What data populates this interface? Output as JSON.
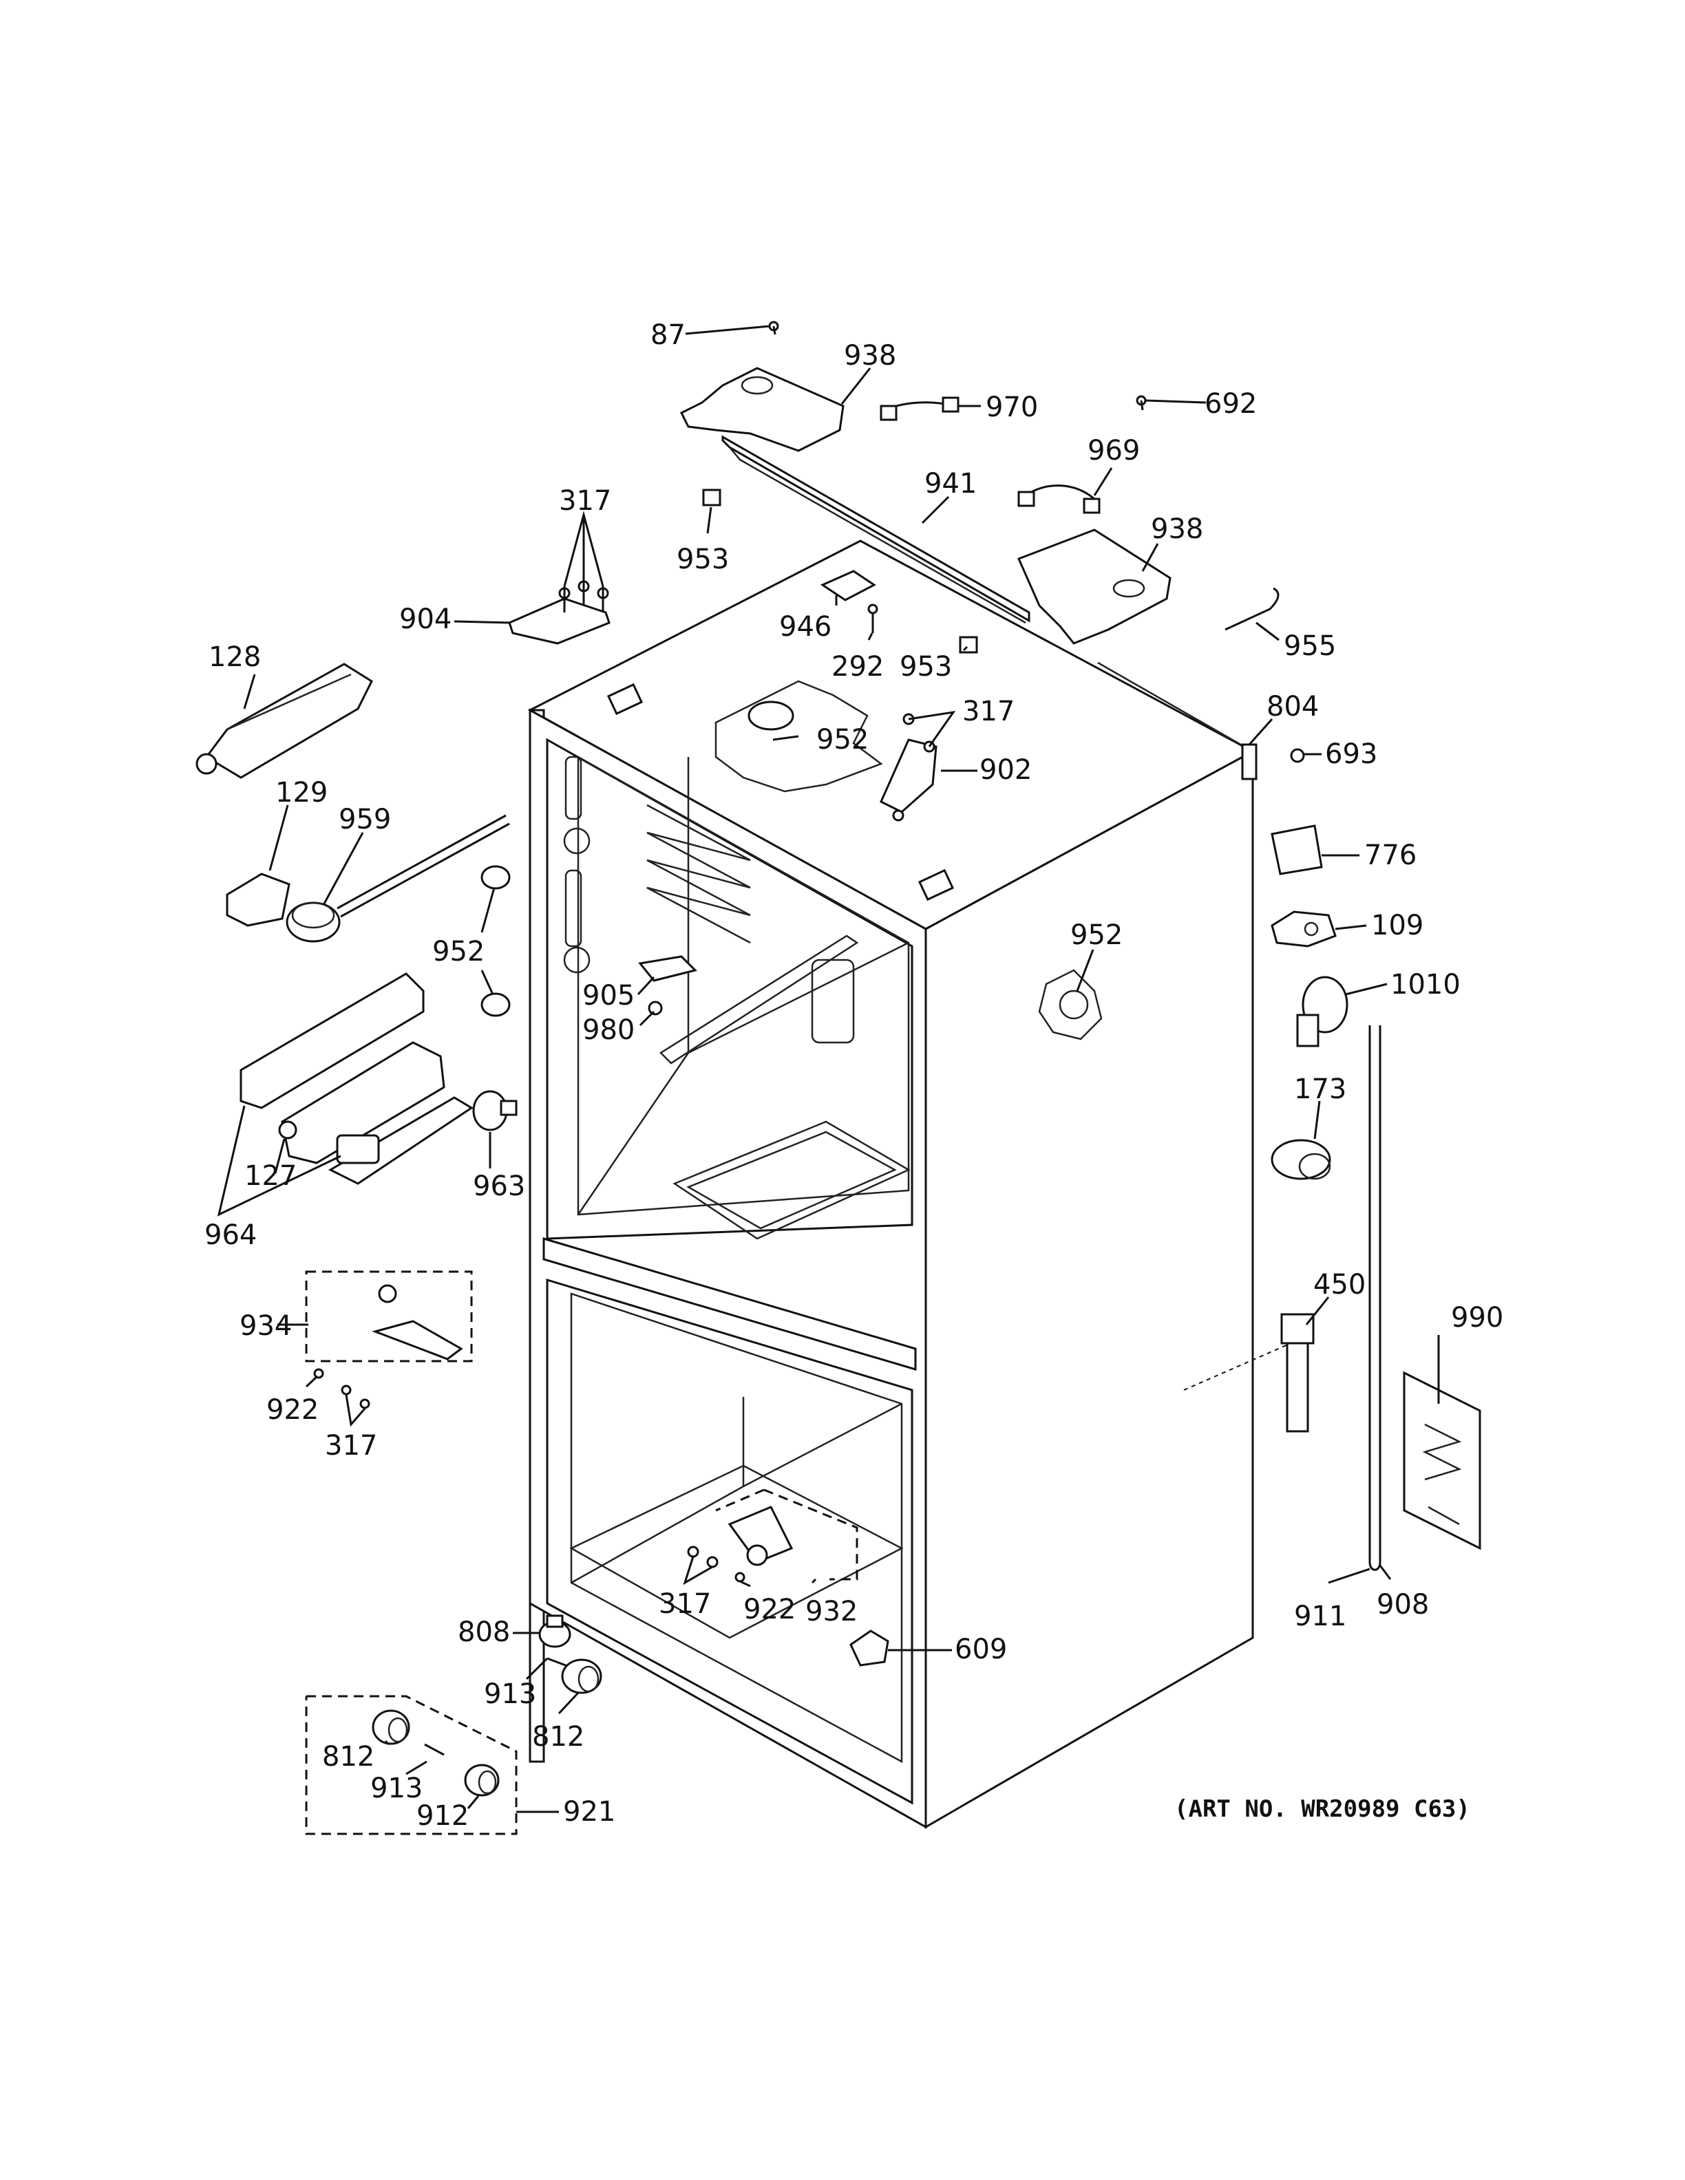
{
  "callouts": [
    {
      "id": "c87",
      "text": "87"
    },
    {
      "id": "c938a",
      "text": "938"
    },
    {
      "id": "c970",
      "text": "970"
    },
    {
      "id": "c692",
      "text": "692"
    },
    {
      "id": "c969",
      "text": "969"
    },
    {
      "id": "c941",
      "text": "941"
    },
    {
      "id": "c938b",
      "text": "938"
    },
    {
      "id": "c317a",
      "text": "317"
    },
    {
      "id": "c953a",
      "text": "953"
    },
    {
      "id": "c946",
      "text": "946"
    },
    {
      "id": "c292",
      "text": "292"
    },
    {
      "id": "c953b",
      "text": "953"
    },
    {
      "id": "c955",
      "text": "955"
    },
    {
      "id": "c904",
      "text": "904"
    },
    {
      "id": "c128",
      "text": "128"
    },
    {
      "id": "c804",
      "text": "804"
    },
    {
      "id": "c317b",
      "text": "317"
    },
    {
      "id": "c952a",
      "text": "952"
    },
    {
      "id": "c693",
      "text": "693"
    },
    {
      "id": "c902",
      "text": "902"
    },
    {
      "id": "c129",
      "text": "129"
    },
    {
      "id": "c959",
      "text": "959"
    },
    {
      "id": "c776",
      "text": "776"
    },
    {
      "id": "c952b",
      "text": "952"
    },
    {
      "id": "c109",
      "text": "109"
    },
    {
      "id": "c952c",
      "text": "952"
    },
    {
      "id": "c1010",
      "text": "1010"
    },
    {
      "id": "c905",
      "text": "905"
    },
    {
      "id": "c980",
      "text": "980"
    },
    {
      "id": "c173",
      "text": "173"
    },
    {
      "id": "c127",
      "text": "127"
    },
    {
      "id": "c963",
      "text": "963"
    },
    {
      "id": "c964",
      "text": "964"
    },
    {
      "id": "c450",
      "text": "450"
    },
    {
      "id": "c990",
      "text": "990"
    },
    {
      "id": "c934",
      "text": "934"
    },
    {
      "id": "c922a",
      "text": "922"
    },
    {
      "id": "c317c",
      "text": "317"
    },
    {
      "id": "c317d",
      "text": "317"
    },
    {
      "id": "c922b",
      "text": "922"
    },
    {
      "id": "c932",
      "text": "932"
    },
    {
      "id": "c911",
      "text": "911"
    },
    {
      "id": "c908",
      "text": "908"
    },
    {
      "id": "c808",
      "text": "808"
    },
    {
      "id": "c609",
      "text": "609"
    },
    {
      "id": "c913a",
      "text": "913"
    },
    {
      "id": "c812a",
      "text": "812"
    },
    {
      "id": "c812b",
      "text": "812"
    },
    {
      "id": "c913b",
      "text": "913"
    },
    {
      "id": "c912",
      "text": "912"
    },
    {
      "id": "c921",
      "text": "921"
    }
  ],
  "art_number": "(ART NO. WR20989 C63)"
}
